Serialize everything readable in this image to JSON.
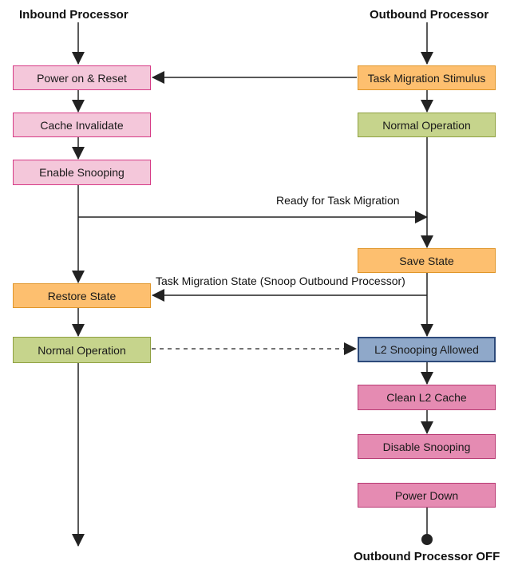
{
  "headers": {
    "inbound": "Inbound Processor",
    "outbound": "Outbound Processor",
    "outbound_off": "Outbound Processor OFF"
  },
  "inbound_steps": {
    "power_on_reset": "Power on & Reset",
    "cache_invalidate": "Cache Invalidate",
    "enable_snooping": "Enable Snooping",
    "restore_state": "Restore State",
    "normal_operation": "Normal Operation"
  },
  "outbound_steps": {
    "task_migration_stimulus": "Task Migration Stimulus",
    "normal_operation": "Normal Operation",
    "save_state": "Save State",
    "l2_snooping_allowed": "L2 Snooping Allowed",
    "clean_l2_cache": "Clean L2 Cache",
    "disable_snooping": "Disable Snooping",
    "power_down": "Power Down"
  },
  "edge_labels": {
    "ready_for_task_migration": "Ready for Task Migration",
    "task_migration_state": "Task Migration State (Snoop Outbound Processor)"
  },
  "colors": {
    "pink_light": "#f4c7da",
    "pink_mid": "#e58bb2",
    "orange": "#fdbf6f",
    "green": "#c6d48c",
    "blue": "#8fa8c9",
    "line": "#222222"
  }
}
